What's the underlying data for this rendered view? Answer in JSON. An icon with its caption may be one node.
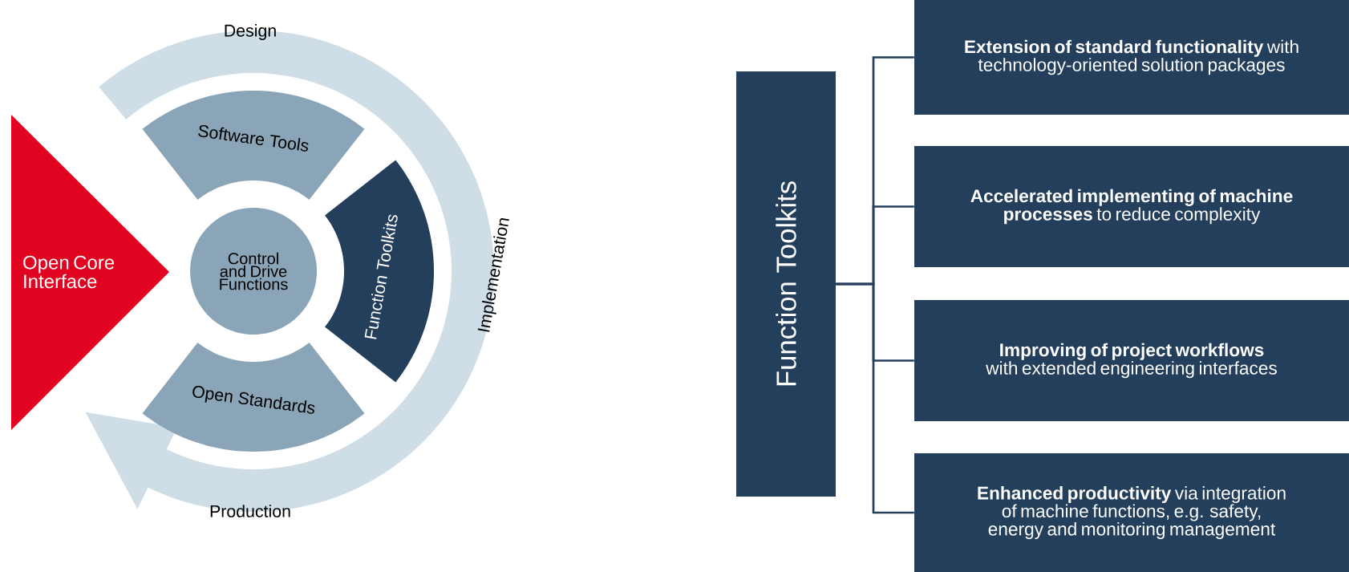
{
  "diagram": {
    "nodes": [
      {
        "text": [
          "Design",
          "Implementation",
          "Production"
        ]
      },
      {
        "text": [
          "Open Core Interface"
        ]
      },
      {
        "text": [
          "Software Tools"
        ]
      },
      {
        "text": [
          "Control and Drive Functions"
        ]
      },
      {
        "text": [
          "Function Toolkits"
        ]
      },
      {
        "text": [
          "Open Standards"
        ]
      },
      {
        "text": [
          "Function Toolkits"
        ]
      },
      {
        "text": [
          "**Extension of standard functionality** with technology-oriented solution packages"
        ]
      },
      {
        "text": [
          "**Accelerated implementing of machine processes** to reduce complexity"
        ]
      },
      {
        "text": [
          "**Improving of project workflows** with extended engineering interfaces"
        ]
      },
      {
        "text": [
          "**Enhanced productivity** via integration of machine functions, e.g. safety, energy and monitoring management"
        ]
      }
    ],
    "edges": [
      {
        "from": 6,
        "to": 7,
        "arrow": "none"
      },
      {
        "from": 6,
        "to": 8,
        "arrow": "none"
      },
      {
        "from": 6,
        "to": 9,
        "arrow": "none"
      },
      {
        "from": 6,
        "to": 10,
        "arrow": "none"
      }
    ]
  }
}
